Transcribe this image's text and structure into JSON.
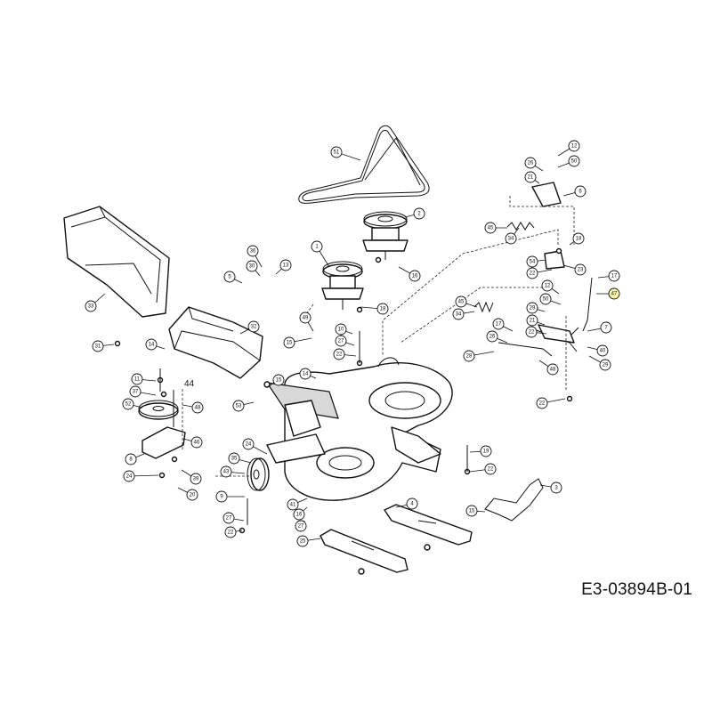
{
  "document": {
    "reference_code": "E3-03894B-01",
    "plain_labels": {
      "label_44": "44"
    }
  },
  "callouts": {
    "c1": "1",
    "c2": "2",
    "c3": "3",
    "c4": "4",
    "c5": "5",
    "c6": "6",
    "c7": "7",
    "c8": "8",
    "c9": "9",
    "c10": "10",
    "c11": "11",
    "c12": "12",
    "c12b": "12",
    "c13": "13",
    "c14": "14",
    "c14b": "14",
    "c15": "15",
    "c15b": "15",
    "c16": "16",
    "c16b": "16",
    "c17": "17",
    "c17b": "17",
    "c18": "18",
    "c18b": "18",
    "c19": "19",
    "c20": "20",
    "c21": "21",
    "c21b": "21",
    "c22": "22",
    "c22b": "22",
    "c22c": "22",
    "c22d": "22",
    "c22e": "22",
    "c22f": "22",
    "c23": "23",
    "c24": "24",
    "c24b": "24",
    "c25": "25",
    "c26": "26",
    "c26b": "26",
    "c27": "27",
    "c27b": "27",
    "c27c": "27",
    "c28": "28",
    "c29": "29",
    "c29b": "29",
    "c30": "30",
    "c31": "31",
    "c32": "32",
    "c33": "33",
    "c34": "34",
    "c34b": "34",
    "c35": "35",
    "c36": "36",
    "c37": "37",
    "c38": "38",
    "c39": "39",
    "c40": "40",
    "c41": "41",
    "c43": "43",
    "c45": "45",
    "c45b": "45",
    "c46": "46",
    "c47": "47",
    "c48": "48",
    "c48b": "48",
    "c49": "49",
    "c50": "50",
    "c50b": "50",
    "c51": "51",
    "c52": "52",
    "c53": "53",
    "c54": "54"
  },
  "colors": {
    "line": "#111111",
    "highlight": "#fff9b0",
    "shade": "#d8d8d8"
  }
}
